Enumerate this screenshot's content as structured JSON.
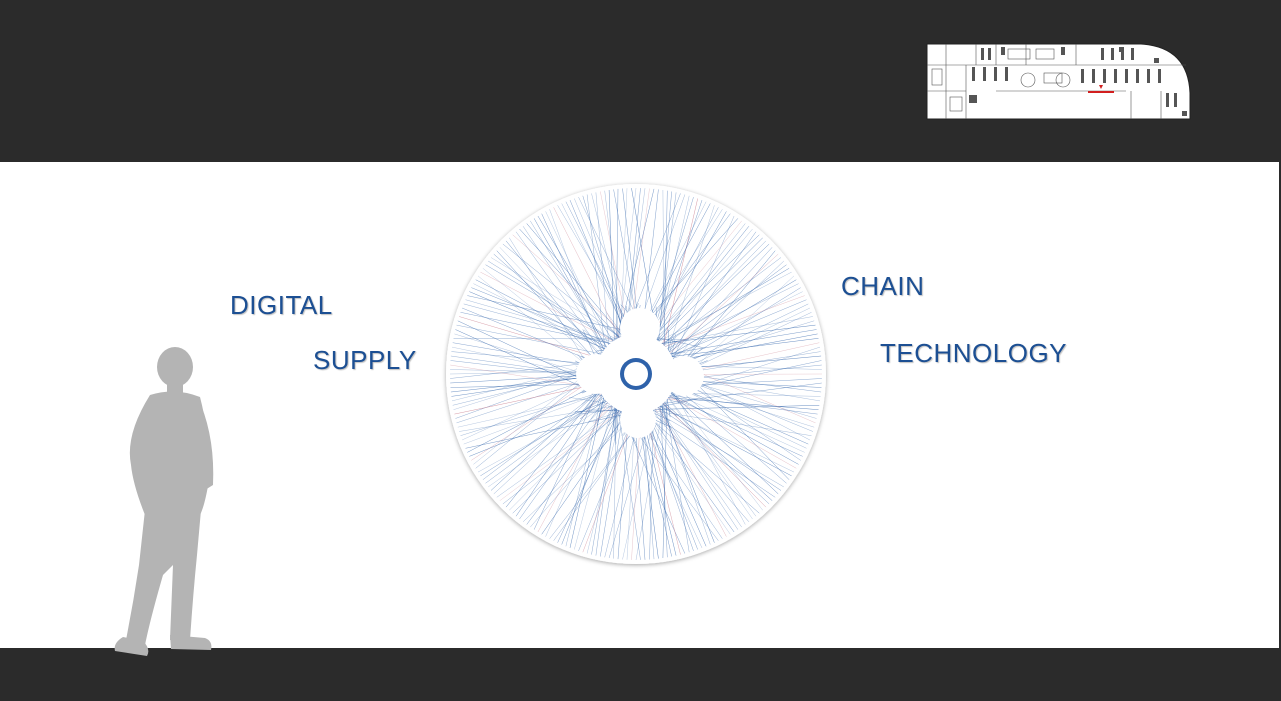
{
  "scene": {
    "words": {
      "digital": "DIGITAL",
      "supply": "SUPPLY",
      "chain": "CHAIN",
      "technology": "TECHNOLOGY"
    }
  },
  "colors": {
    "band": "#2b2b2b",
    "wall": "#ffffff",
    "text": "#1c4f93",
    "lines": "#3d6db0",
    "silhouette": "#b4b4b4",
    "marker": "#d21f1f"
  },
  "icons": {
    "person": "person-silhouette-icon",
    "floorplan": "floorplan-icon",
    "logo": "network-logo-icon"
  }
}
